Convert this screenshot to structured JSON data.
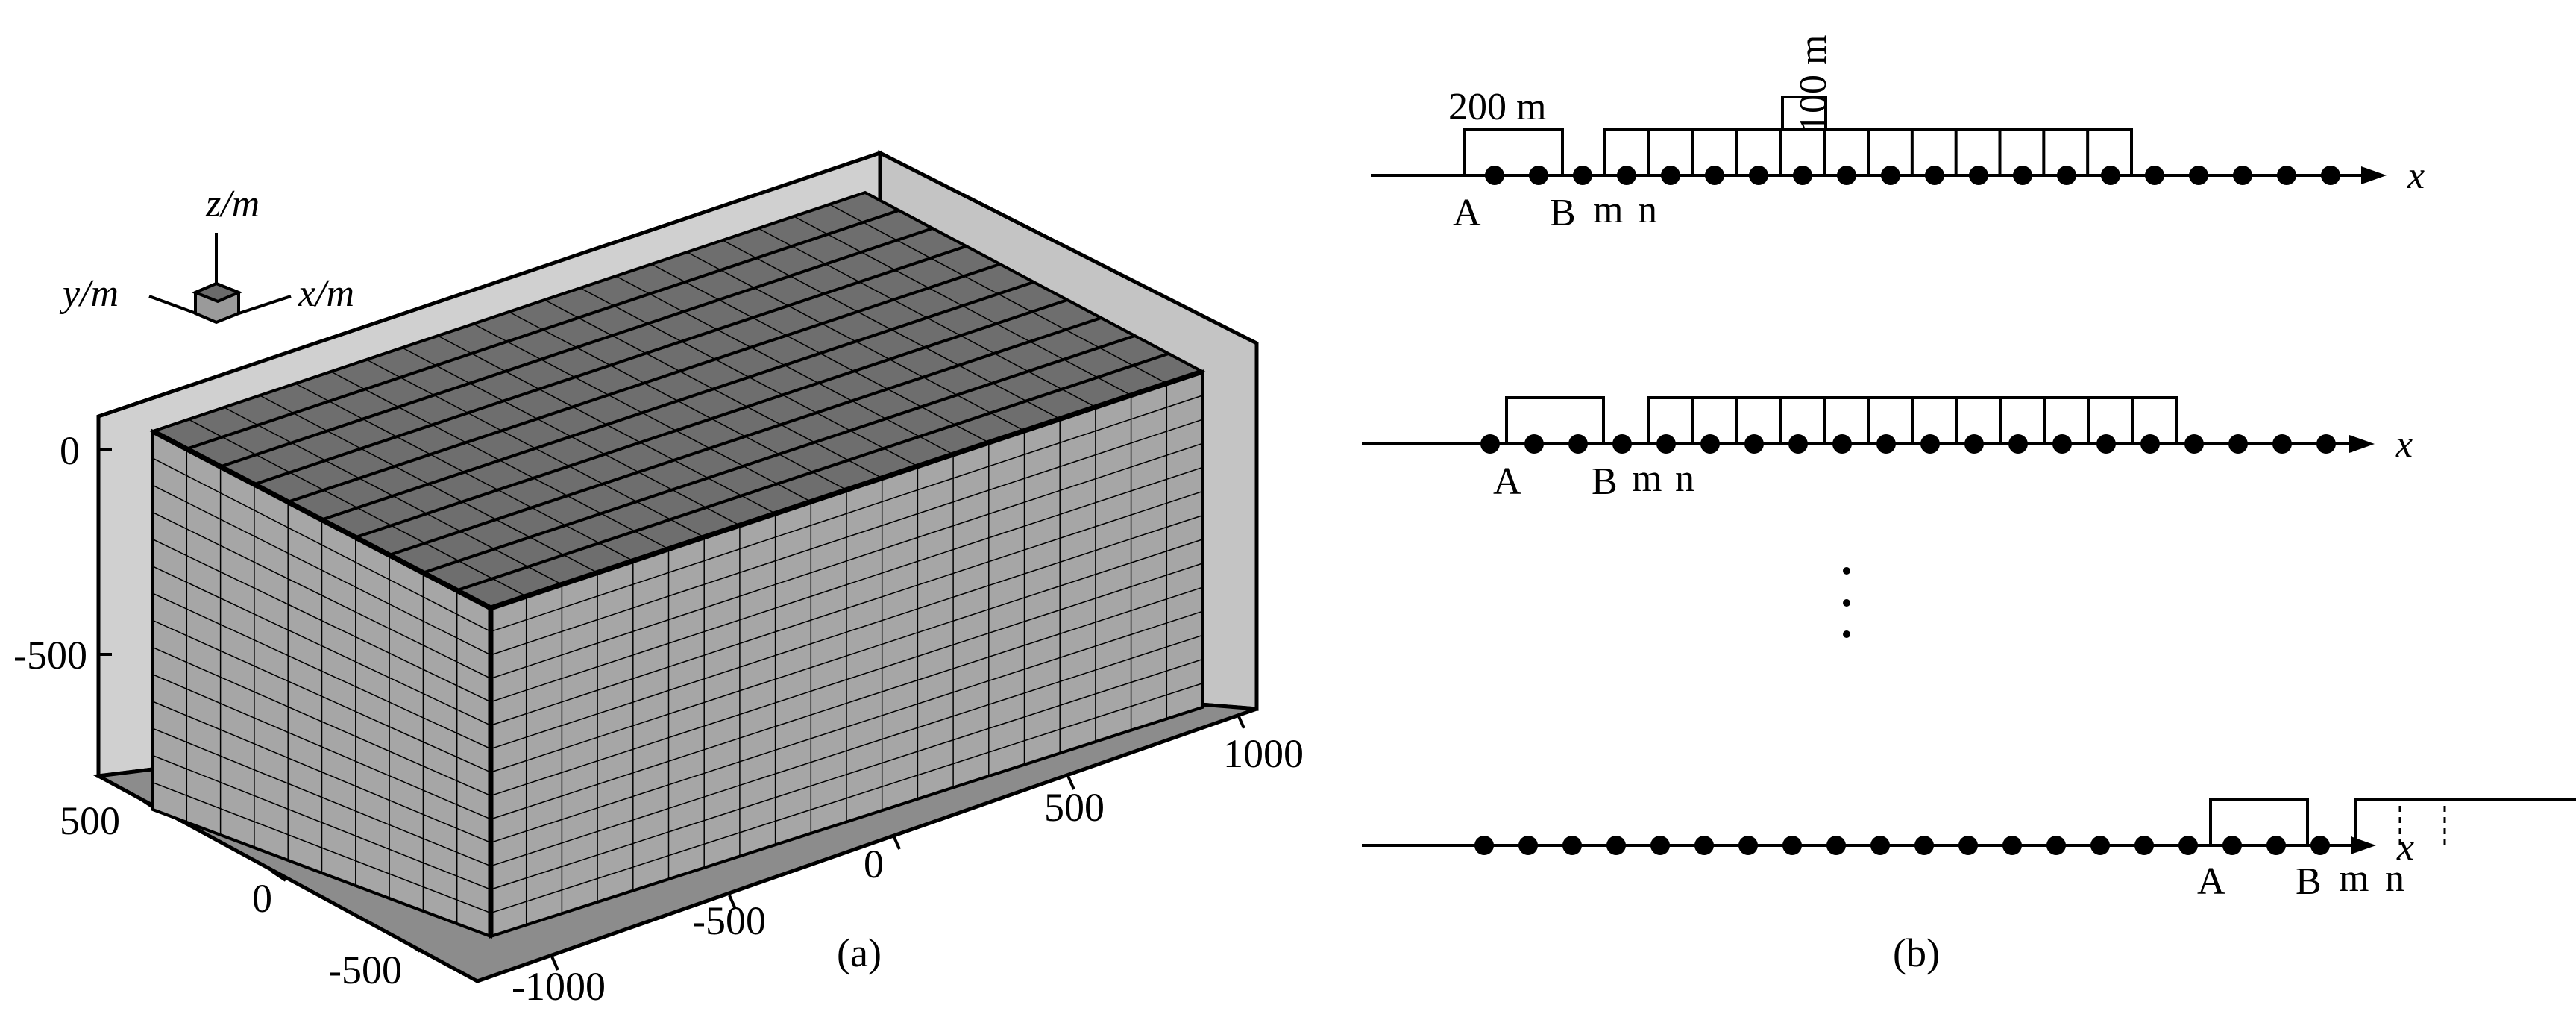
{
  "panel_a": {
    "caption": "(a)",
    "axis_z": "z/m",
    "axis_y": "y/m",
    "axis_x": "x/m",
    "z_ticks": [
      "0",
      "-500"
    ],
    "y_ticks": [
      "500",
      "0",
      "-500"
    ],
    "x_ticks": [
      "-1000",
      "-500",
      "0",
      "500",
      "1000"
    ],
    "colors": {
      "side_face": "#a6a6a6",
      "top_face": "#6e6e6e",
      "wall": "#d0d0d0",
      "floor": "#8c8c8c"
    }
  },
  "panel_b": {
    "caption": "(b)",
    "dim_200": "200 m",
    "dim_100": "100 m",
    "axis_x": "x",
    "electrode_a": "A",
    "electrode_b": "B",
    "electrode_m": "m",
    "electrode_n": "n",
    "ellipsis": "·\n·\n·"
  }
}
